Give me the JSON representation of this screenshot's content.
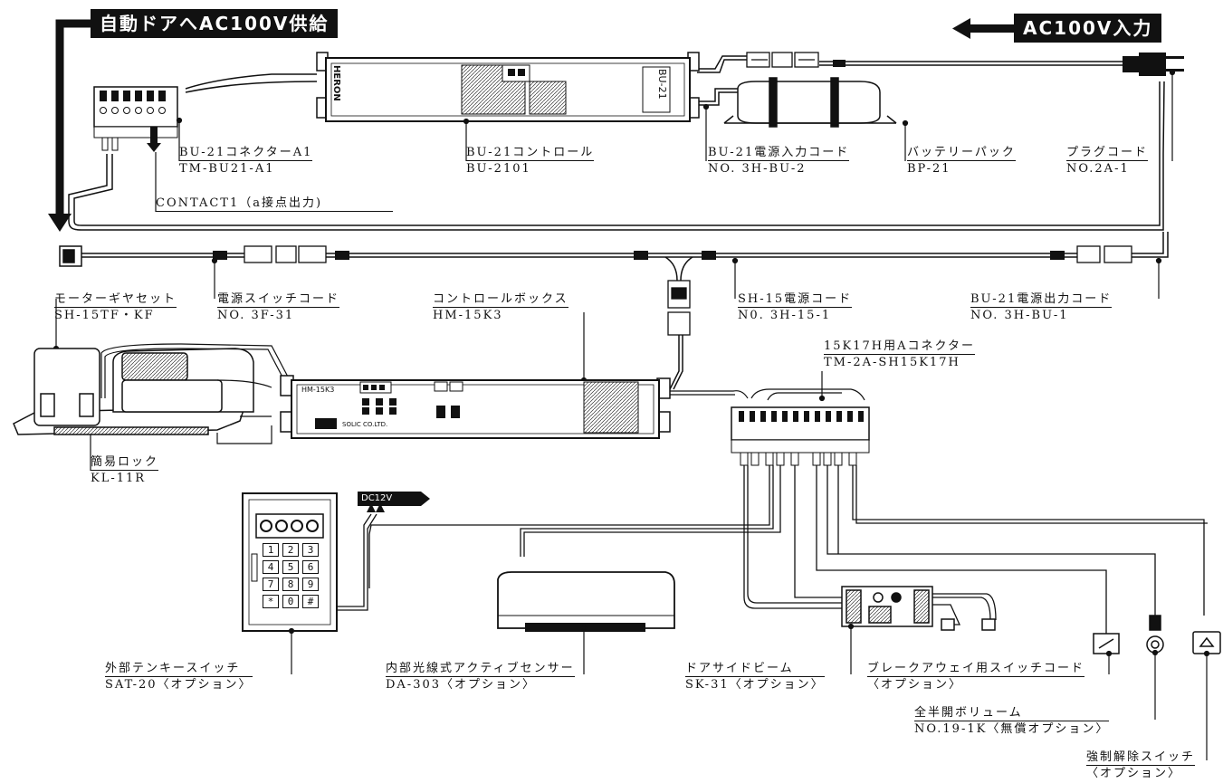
{
  "banners": {
    "left": "自動ドアへAC100V供給",
    "right": "AC100V入力"
  },
  "device_text": {
    "heron_logo": "HERON",
    "bu21_tag": "BU-21",
    "hm15k3_tag": "HM-15K3",
    "solic": "SOLIC CO.LTD.",
    "dc12v": "DC12V",
    "keypad_keys": [
      "1",
      "2",
      "3",
      "4",
      "5",
      "6",
      "7",
      "8",
      "9",
      "*",
      "0",
      "#"
    ]
  },
  "labels": {
    "bu21_connector": {
      "name": "BU-21コネクターA1",
      "model": "TM-BU21-A1"
    },
    "contact1": {
      "name": "CONTACT1（a接点出力)"
    },
    "bu21_control": {
      "name": "BU-21コントロール",
      "model": "BU-2101"
    },
    "bu21_power_in": {
      "name": "BU-21電源入力コード",
      "model": "NO. 3H-BU-2"
    },
    "battery_pack": {
      "name": "バッテリーパック",
      "model": "BP-21"
    },
    "plug_cord": {
      "name": "プラグコード",
      "model": "NO.2A-1"
    },
    "motor_gear": {
      "name": "モーターギヤセット",
      "model": "SH-15TF・KF"
    },
    "power_switch_cord": {
      "name": "電源スイッチコード",
      "model": "NO. 3F-31"
    },
    "control_box": {
      "name": "コントロールボックス",
      "model": "HM-15K3"
    },
    "sh15_power": {
      "name": "SH-15電源コード",
      "model": "N0. 3H-15-1"
    },
    "bu21_power_out": {
      "name": "BU-21電源出力コード",
      "model": "NO. 3H-BU-1"
    },
    "a_connector": {
      "name": "15K17H用Aコネクター",
      "model": "TM-2A-SH15K17H"
    },
    "simple_lock": {
      "name": "簡易ロック",
      "model": "KL-11R"
    },
    "tenkey": {
      "name": "外部テンキースイッチ",
      "model": "SAT-20〈オプション〉"
    },
    "sensor": {
      "name": "内部光線式アクティブセンサー",
      "model": "DA-303〈オプション〉"
    },
    "door_beam": {
      "name": "ドアサイドビーム",
      "model": "SK-31〈オプション〉"
    },
    "breakaway": {
      "name": "ブレークアウェイ用スイッチコード",
      "model": "〈オプション〉"
    },
    "volume": {
      "name": "全半開ボリューム",
      "model": "NO.19-1K〈無償オプション〉"
    },
    "release_switch": {
      "name": "強制解除スイッチ",
      "model": "〈オプション〉"
    }
  }
}
